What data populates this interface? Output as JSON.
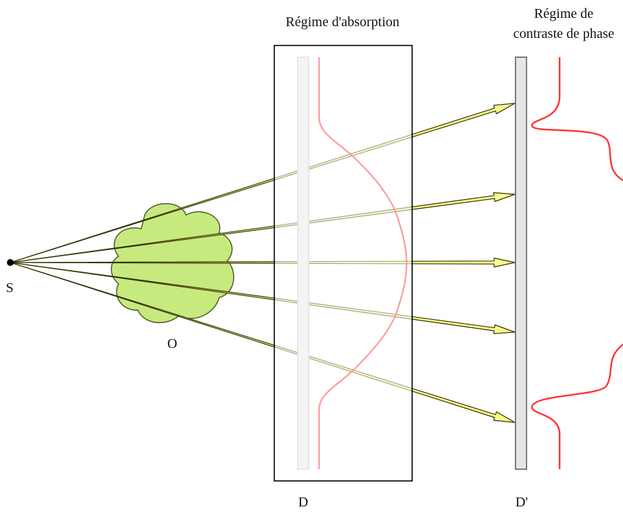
{
  "labels": {
    "absorption_regime": "Régime d'absorption",
    "phase_regime_line1": "Régime de",
    "phase_regime_line2": "contraste de phase",
    "source": "S",
    "object": "O",
    "detector_absorption": "D",
    "detector_phase": "D'"
  },
  "colors": {
    "ray_fill": "#fbfb8c",
    "ray_outline": "#333300",
    "object_fill": "#c6ea7e",
    "object_outline": "#4a5a2a",
    "detector_fill": "#e6e6e6",
    "profile_line": "#ff3333",
    "profile_line_faded": "#ff9a9a",
    "frame_stroke": "#000000"
  },
  "ray_count": 5
}
